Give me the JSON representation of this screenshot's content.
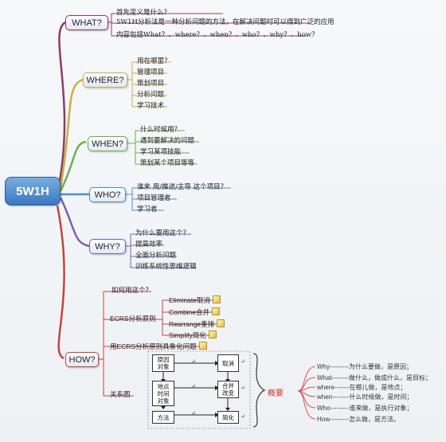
{
  "root": {
    "label": "5W1H"
  },
  "what": {
    "label": "WHAT?",
    "items": [
      "首先定义是什么？",
      "5W1H分析法是一种分析问题的方法，在解决问题时可以得到广泛的应用",
      "内容包括What？、where？、when？、who？、why？、how？"
    ]
  },
  "where": {
    "label": "WHERE?",
    "items": [
      "用在哪里？",
      "管理项目",
      "策划项目",
      "分析问题",
      "学习技术"
    ]
  },
  "when": {
    "label": "WHEN?",
    "items": [
      "什么时候用？",
      "遇到要解决的问题",
      "学习某项技能",
      "策划某个项目等等"
    ]
  },
  "who": {
    "label": "WHO?",
    "items": [
      "谁来 用/推进/主导 这个项目？",
      "项目管理者",
      "学习者"
    ]
  },
  "why": {
    "label": "WHY?",
    "items": [
      "为什么要用这个？",
      "提高效率",
      "全面分析问题",
      "训练系统性思维逻辑"
    ]
  },
  "how": {
    "label": "HOW?",
    "ask": "如何用这个？",
    "ecrs_label": "ECRS分析原则",
    "ecrs_items": [
      "Eliminate取消",
      "Combine合并",
      "Rearrange重排",
      "Simplify简化"
    ],
    "concrete": "用ECRS分析原则具象化问题",
    "relation_label": "关系图",
    "diagram": {
      "a1": "原因\n对象",
      "a2": "地点\n时间\n对象",
      "a3": "方法",
      "b1": "取消",
      "b2": "合并\n改变",
      "b3": "简化",
      "tick": "↵"
    },
    "summary_label": "概要",
    "summary_lines": [
      "Why---------为什么要做，是原因；",
      "What--------做什么，做成什么，是目标；",
      "where-------在哪儿做，是地点；",
      "when--------什么时候做，是时间；",
      "Who---------谁来做，是执行对象；",
      "How---------怎么做，是方法。"
    ]
  },
  "colors": {
    "what": "#8e3a6b",
    "where": "#c7b14a",
    "when": "#6fae4b",
    "who": "#4d8fc6",
    "why": "#7b5fb5",
    "how": "#c4433c",
    "summary": "#d6535a"
  }
}
